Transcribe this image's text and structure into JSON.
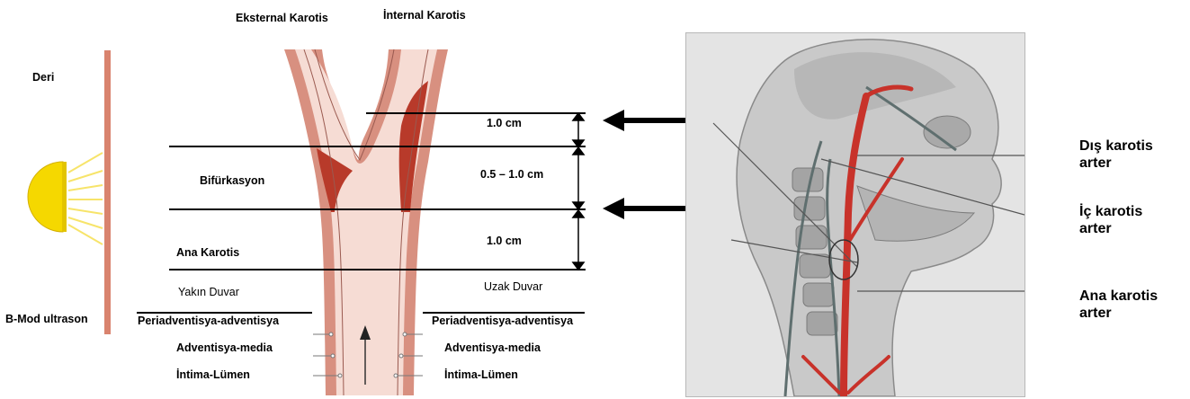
{
  "left_diagram": {
    "top_labels": {
      "external": "Eksternal Karotis",
      "internal": "İnternal Karotis"
    },
    "side": {
      "skin": "Deri",
      "probe": "B-Mod ultrason"
    },
    "regions": {
      "bifurcation": "Bifürkasyon",
      "common": "Ana Karotis"
    },
    "measurements": {
      "upper": "1.0 cm",
      "middle": "0.5 – 1.0 cm",
      "lower": "1.0 cm"
    },
    "walls": {
      "near": "Yakın Duvar",
      "far": "Uzak Duvar"
    },
    "layers_left": [
      "Periadventisya-adventisya",
      "Adventisya-media",
      "İntima-Lümen"
    ],
    "layers_right": [
      "Periadventisya-adventisya",
      "Adventisya-media",
      "İntima-Lümen"
    ]
  },
  "right_diagram": {
    "labels": [
      {
        "line1": "Dış karotis",
        "line2": "arter"
      },
      {
        "line1": "İç karotis",
        "line2": "arter"
      },
      {
        "line1": "Ana karotis",
        "line2": "arter"
      }
    ]
  },
  "colors": {
    "artery_wall": "#d89080",
    "plaque": "#b83a2a",
    "lumen": "#f6dcd4",
    "probe": "#f5d800",
    "skin_line": "#d9836e"
  }
}
